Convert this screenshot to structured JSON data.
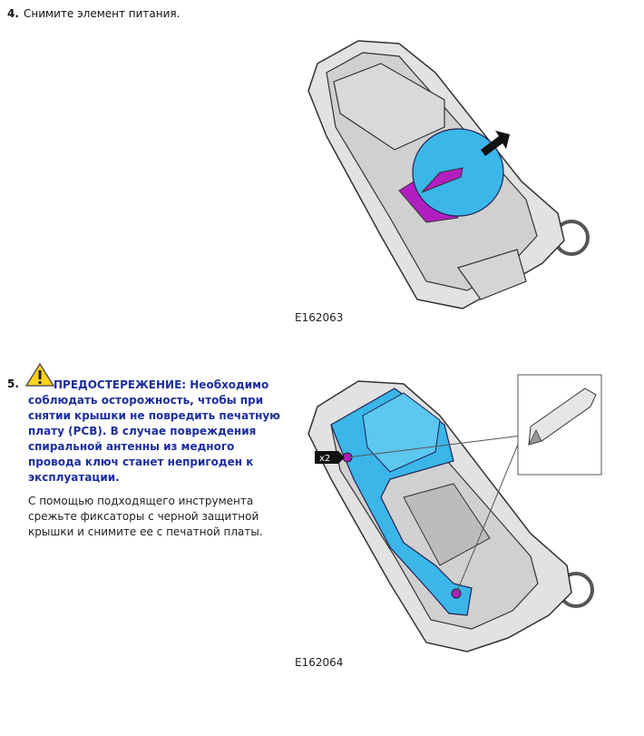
{
  "step4": {
    "number": "4.",
    "text": "Снимите элемент питания.",
    "figure_id": "E162063"
  },
  "step5": {
    "number": "5.",
    "warning_title": "ПРЕДОСТЕРЕЖЕНИЕ:",
    "warning_text": "Необходимо соблюдать осторожность, чтобы при снятии крышки не повредить печатную плату (PCB). В случае повреждения спиральной антенны из медного провода ключ станет непригоден к эксплуатации.",
    "instruction": "С помощью подходящего инструмента срежьте фиксаторы с черной защитной крышки и снимите ее с печатной платы.",
    "callout": "x2",
    "figure_id": "E162064"
  },
  "colors": {
    "warning_blue": "#1d2e9e",
    "part_cyan": "#3ab6e8",
    "battery_magenta": "#b21fc0",
    "callout_black": "#111111"
  }
}
